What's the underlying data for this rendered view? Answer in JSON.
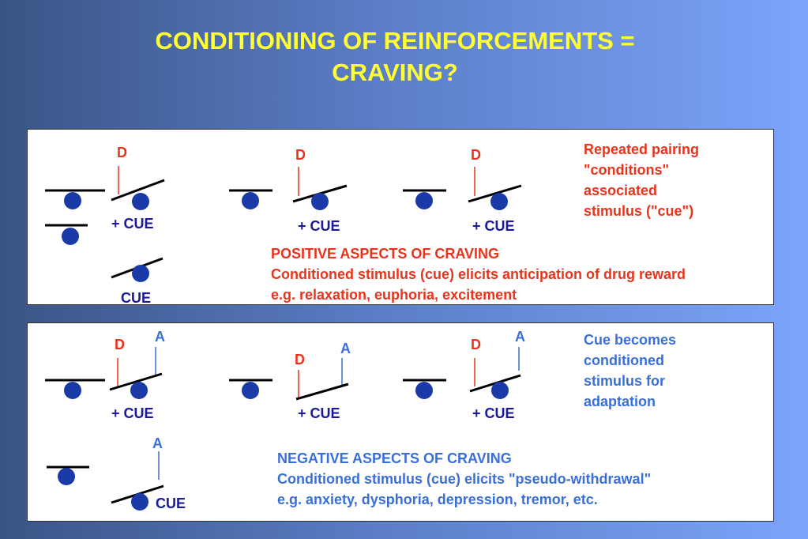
{
  "title": {
    "line1": "CONDITIONING OF REINFORCEMENTS =",
    "line2": "CRAVING?"
  },
  "top_panel": {
    "note": [
      "Repeated pairing",
      "\"conditions\"",
      "associated",
      "stimulus (\"cue\")"
    ],
    "heading": "POSITIVE ASPECTS OF CRAVING",
    "desc1": "Conditioned stimulus (cue) elicits anticipation of drug reward",
    "desc2": "e.g. relaxation, euphoria, excitement",
    "d_label": "D",
    "plus_cue": "+ CUE",
    "cue": "CUE"
  },
  "bottom_panel": {
    "note": [
      "Cue becomes",
      "conditioned",
      "stimulus for",
      "adaptation"
    ],
    "heading": "NEGATIVE ASPECTS OF CRAVING",
    "desc1": "Conditioned stimulus (cue) elicits \"pseudo-withdrawal\"",
    "desc2": "e.g. anxiety, dysphoria, depression, tremor, etc.",
    "d_label": "D",
    "a_label": "A",
    "plus_cue": "+ CUE",
    "cue": "CUE"
  },
  "colors": {
    "drug": "#e8341c",
    "adaptation": "#3a6fd6",
    "ball": "#1a3aa8",
    "cue_text": "#1a1a99"
  }
}
